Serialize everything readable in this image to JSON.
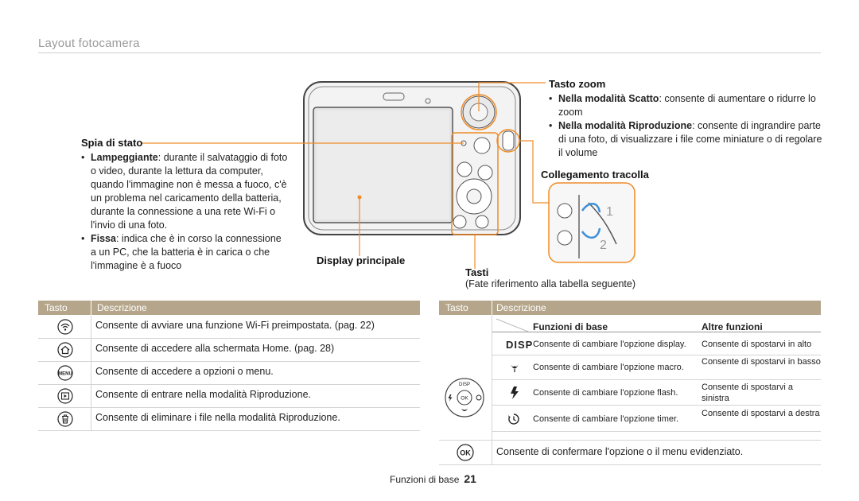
{
  "page": {
    "section_title": "Layout fotocamera",
    "footer_label": "Funzioni di base",
    "page_number": "21"
  },
  "callouts": {
    "status_lamp": {
      "title": "Spia di stato",
      "items": [
        {
          "bold": "Lampeggiante",
          "text": ": durante il salvataggio di foto o video, durante la lettura da computer, quando l'immagine non è messa a fuoco, c'è un problema nel caricamento della batteria, durante la connessione a una rete Wi-Fi o l'invio di una foto."
        },
        {
          "bold": "Fissa",
          "text": ": indica che è in corso la connessione a un PC, che la batteria è in carica o che l'immagine è a fuoco"
        }
      ]
    },
    "zoom_button": {
      "title": "Tasto zoom",
      "items": [
        {
          "bold": "Nella modalità Scatto",
          "text": ": consente di aumentare o ridurre lo zoom"
        },
        {
          "bold": "Nella modalità Riproduzione",
          "text": ": consente di ingrandire parte di una foto, di visualizzare i file come miniature o di regolare il volume"
        }
      ]
    },
    "strap": {
      "title": "Collegamento tracolla"
    },
    "display": {
      "title": "Display principale"
    },
    "buttons": {
      "title": "Tasti",
      "note": "(Fate riferimento alla tabella seguente)"
    }
  },
  "left_table": {
    "col_button": "Tasto",
    "col_description": "Descrizione",
    "rows": [
      {
        "icon": "wifi-icon",
        "text": "Consente di avviare una funzione Wi-Fi preimpostata. (pag. 22)"
      },
      {
        "icon": "home-icon",
        "text": "Consente di accedere alla schermata Home. (pag. 28)"
      },
      {
        "icon": "menu-icon",
        "text": "Consente di accedere a opzioni o menu."
      },
      {
        "icon": "playback-icon",
        "text": "Consente di entrare nella modalità Riproduzione."
      },
      {
        "icon": "trash-icon",
        "text": "Consente di eliminare i file nella modalità Riproduzione."
      }
    ]
  },
  "right_table": {
    "col_button": "Tasto",
    "col_description": "Descrizione",
    "sub_col_basic": "Funzioni di base",
    "sub_col_other": "Altre funzioni",
    "dpad_labels": {
      "disp": "DISP",
      "ok": "OK"
    },
    "sub_rows": [
      {
        "icon": "disp-icon",
        "icon_text": "DISP",
        "basic": "Consente di cambiare l'opzione display.",
        "other": "Consente di spostarvi in alto"
      },
      {
        "icon": "macro-icon",
        "basic": "Consente di cambiare l'opzione macro.",
        "other": "Consente di spostarvi in basso"
      },
      {
        "icon": "flash-icon",
        "basic": "Consente di cambiare l'opzione flash.",
        "other": "Consente di spostarvi a sinistra"
      },
      {
        "icon": "timer-icon",
        "basic": "Consente di cambiare l'opzione timer.",
        "other": "Consente di spostarvi a destra"
      }
    ],
    "ok_row": {
      "icon": "ok-icon",
      "icon_text": "OK",
      "text": "Consente di confermare l'opzione o il menu evidenziato."
    }
  },
  "colors": {
    "callout_line": "#f08c28",
    "table_header": "#b5a68b",
    "rule": "#d4d4d4"
  }
}
